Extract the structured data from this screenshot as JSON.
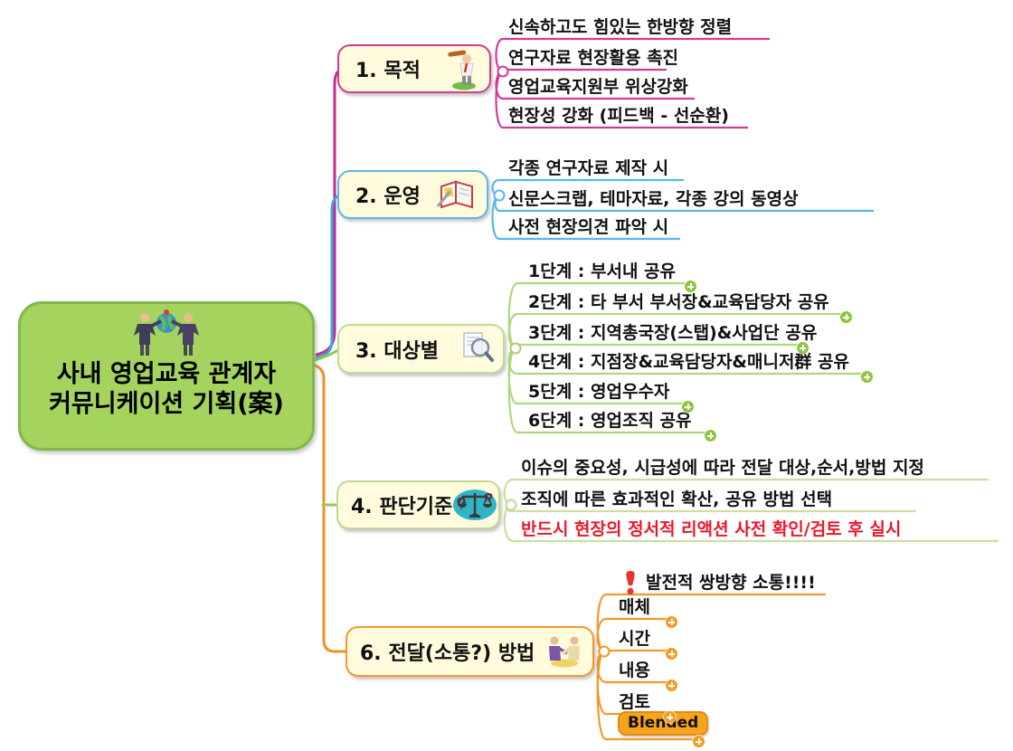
{
  "root": {
    "icon": "businessmen-globe-icon",
    "line1": "사내 영업교육 관계자",
    "line2": "커뮤니케이션 기획(案)"
  },
  "branches": [
    {
      "label": "1. 목적",
      "icon": "batter-goal-icon",
      "color": "#D23A97",
      "children": [
        "신속하고도 힘있는 한방향 정렬",
        "연구자료 현장활용 촉진",
        "영업교육지원부 위상강화",
        "현장성 강화 (피드백 - 선순환)"
      ]
    },
    {
      "label": "2. 운영",
      "icon": "notebook-pencil-icon",
      "color": "#57B8E8",
      "children": [
        "각종 연구자료 제작 시",
        "신문스크랩, 테마자료, 각종 강의 동영상",
        "사전 현장의견 파악 시"
      ]
    },
    {
      "label": "3. 대상별",
      "icon": "document-search-icon",
      "color": "#AFCB72",
      "children": [
        "1단계 : 부서내 공유",
        "2단계 : 타 부서 부서장&교육담당자 공유",
        "3단계 : 지역총국장(스탭)&사업단 공유",
        "4단계 : 지점장&교육담당자&매니저群 공유",
        "5단계 : 영업우수자",
        "6단계 : 영업조직 공유"
      ]
    },
    {
      "label": "4. 판단기준",
      "icon": "question-scales-icon",
      "color": "#BCD98F",
      "children": [
        "이슈의 중요성, 시급성에 따라 전달 대상,순서,방법 지정",
        "조직에 따른 효과적인 확산, 공유 방법 선택",
        "반드시 현장의 정서적 리액션 사전 확인/검토 후 실시"
      ]
    },
    {
      "label": "6. 전달(소통?) 방법",
      "icon": "handshake-icon",
      "color": "#F2992E",
      "callout_icon": "exclamation-icon",
      "children": [
        "발전적 쌍방향 소통!!!!",
        "매체",
        "시간",
        "내용",
        "검토",
        "Blended"
      ]
    }
  ],
  "colors": {
    "root_fill": "#A4D35E",
    "root_border": "#7FB94C",
    "node_fill": "#FFFBDC",
    "branch1_magenta": "#D23A97",
    "branch2_blue": "#57B8E8",
    "branch3_green": "#AFCB72",
    "branch4_pale_green": "#BCD98F",
    "branch6_orange": "#F2992E",
    "marker_green": "#8CC63E",
    "marker_orange": "#F59B22",
    "warning_text_red": "#E8192C",
    "blended_fill": "#F7A41D"
  }
}
